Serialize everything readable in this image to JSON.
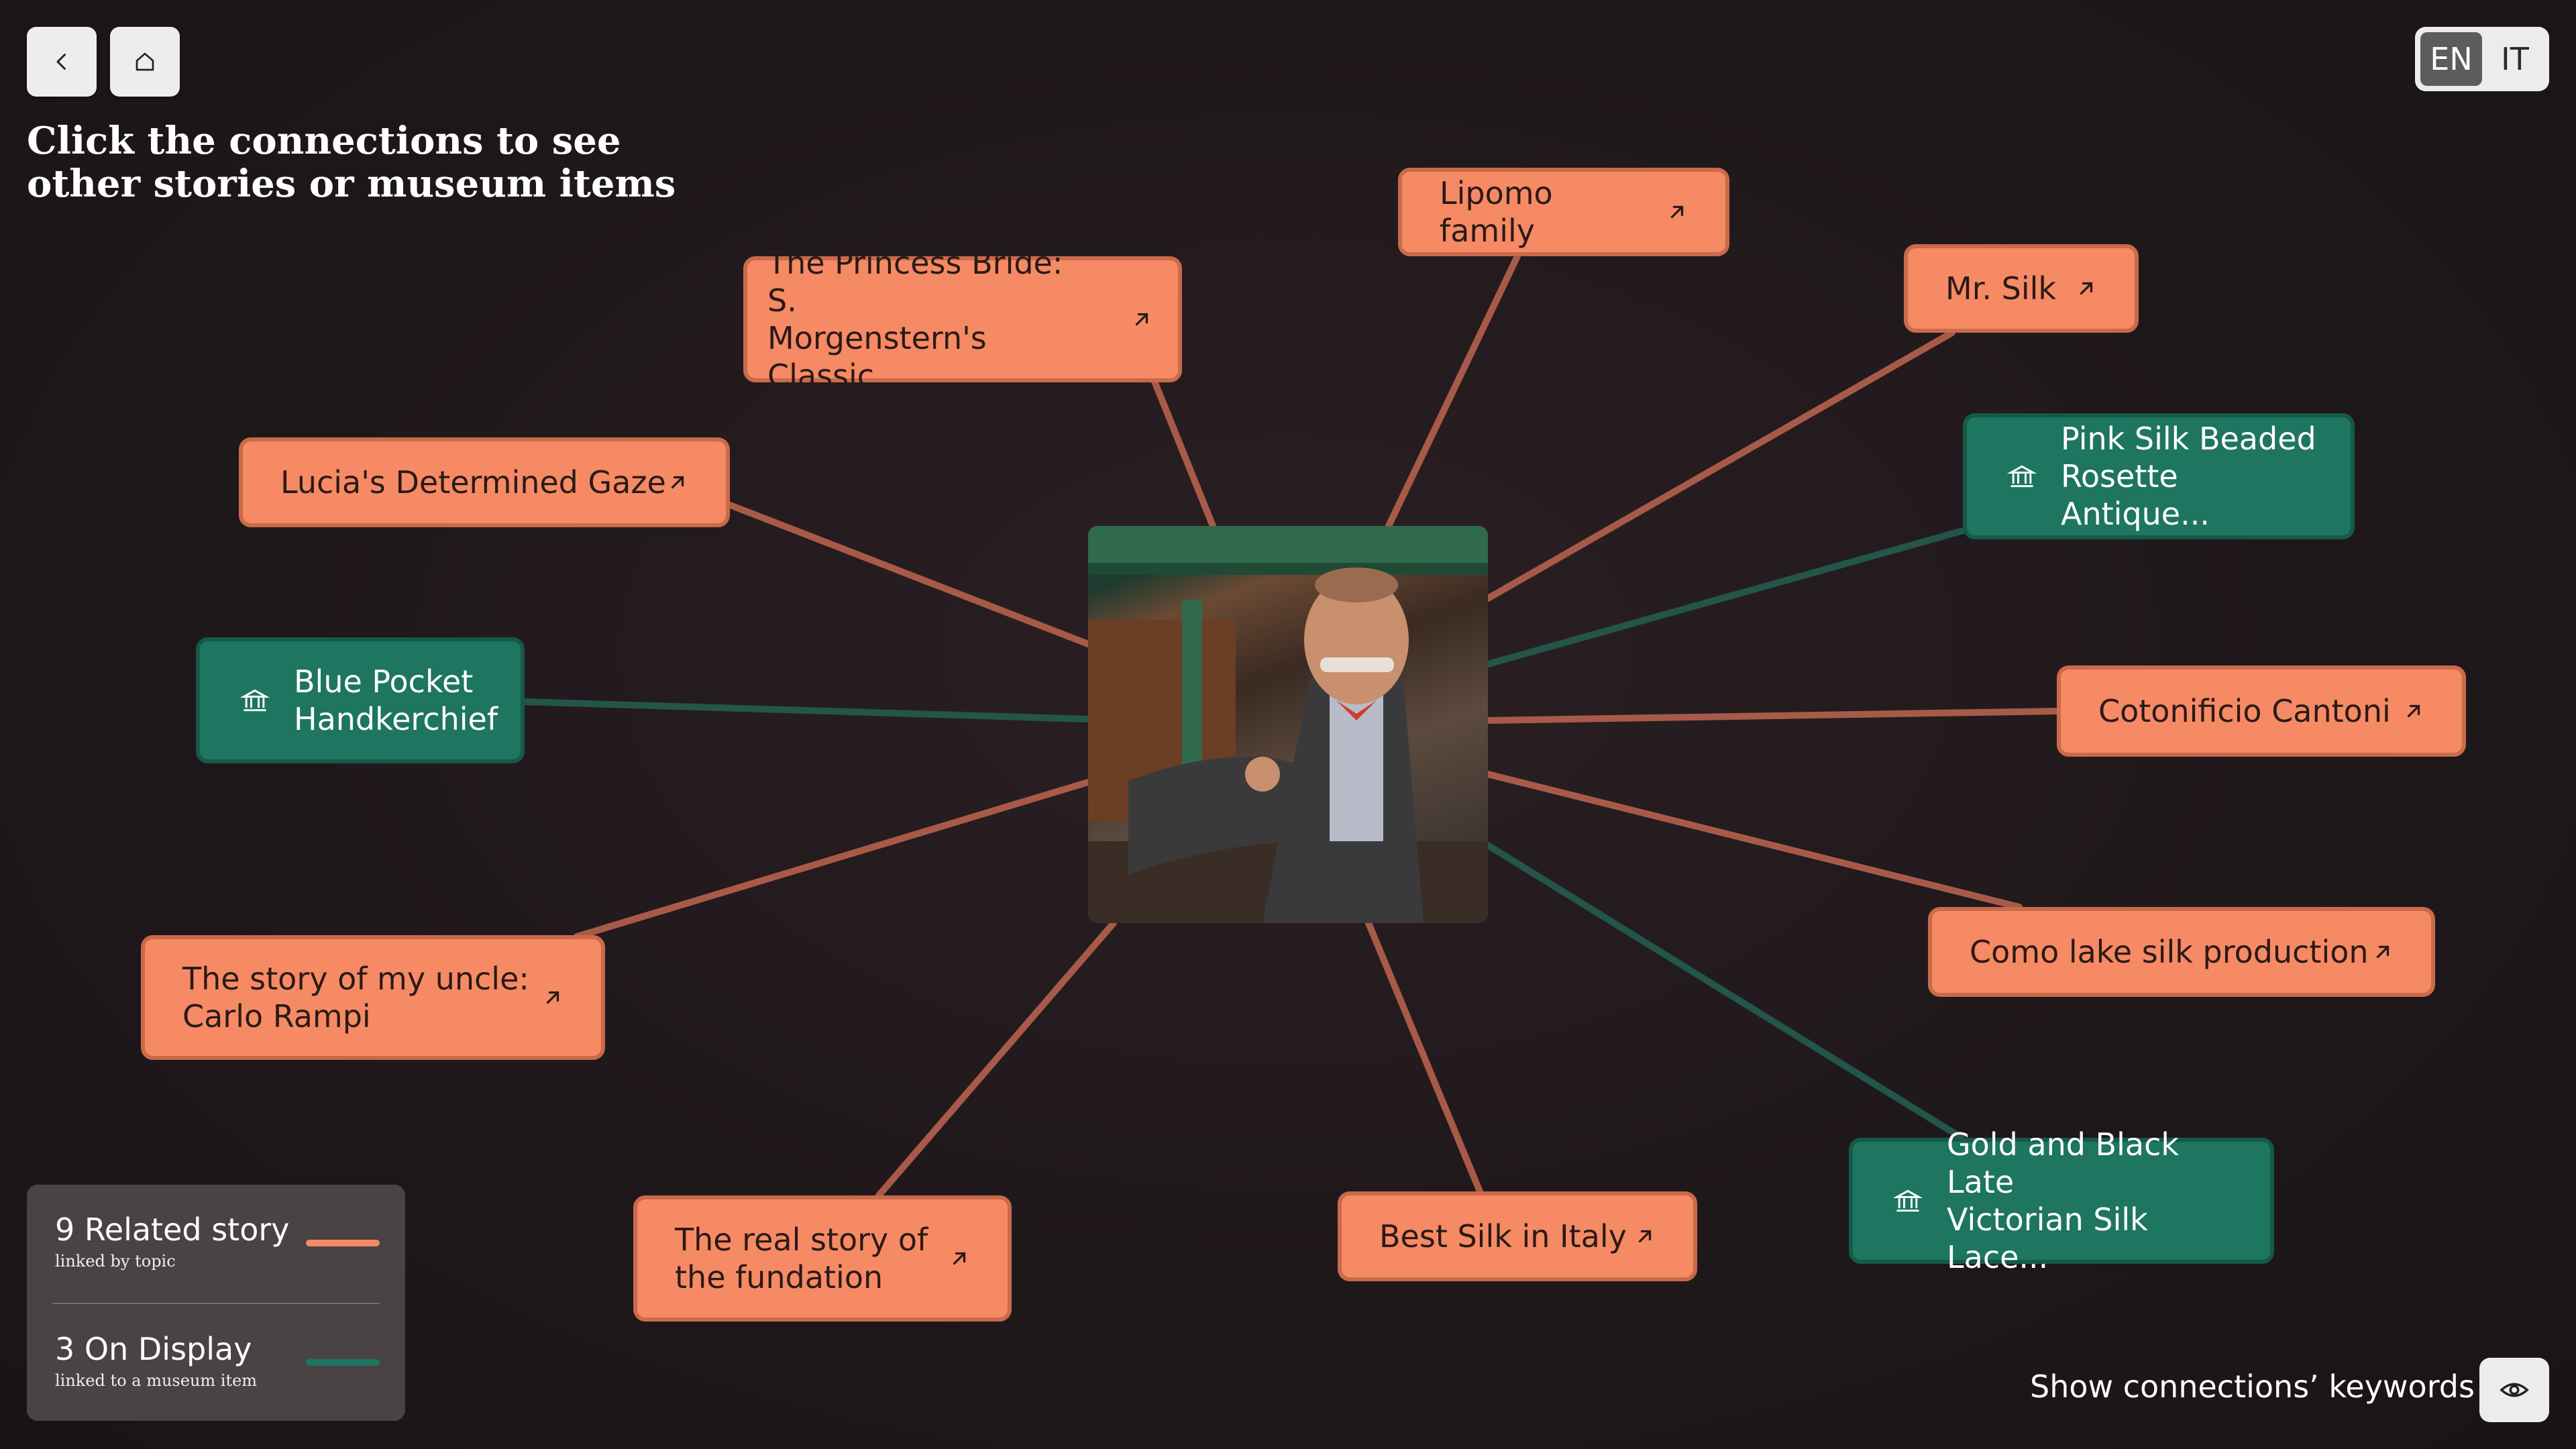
{
  "headline": "Click the connections to see\nother stories or museum items",
  "language": {
    "active": "EN",
    "inactive": "IT"
  },
  "colors": {
    "story": "#f58a65",
    "museum": "#1e7560",
    "story_line": "#a85a48",
    "museum_line": "#24554a"
  },
  "nodes": [
    {
      "type": "story",
      "label": "Lipomo family"
    },
    {
      "type": "story",
      "label": "The Princess Bride: S.\nMorgenstern's Classic..."
    },
    {
      "type": "story",
      "label": "Mr. Silk"
    },
    {
      "type": "museum",
      "label": "Pink Silk Beaded\nRosette Antique..."
    },
    {
      "type": "story",
      "label": "Lucia's Determined Gaze"
    },
    {
      "type": "museum",
      "label": "Blue Pocket\nHandkerchief"
    },
    {
      "type": "story",
      "label": "Cotonificio Cantoni"
    },
    {
      "type": "story",
      "label": "Como lake silk production"
    },
    {
      "type": "story",
      "label": "The story of my uncle:\nCarlo Rampi"
    },
    {
      "type": "museum",
      "label": "Gold and Black Late\nVictorian Silk Lace..."
    },
    {
      "type": "story",
      "label": "The real story of\nthe fundation"
    },
    {
      "type": "story",
      "label": "Best Silk in Italy"
    }
  ],
  "legend": [
    {
      "title": "9 Related story",
      "subtitle": "linked by topic",
      "color": "#f58a65"
    },
    {
      "title": "3 On Display",
      "subtitle": "linked to a museum item",
      "color": "#1e7560"
    }
  ],
  "keywords_toggle": "Show connections’ keywords"
}
